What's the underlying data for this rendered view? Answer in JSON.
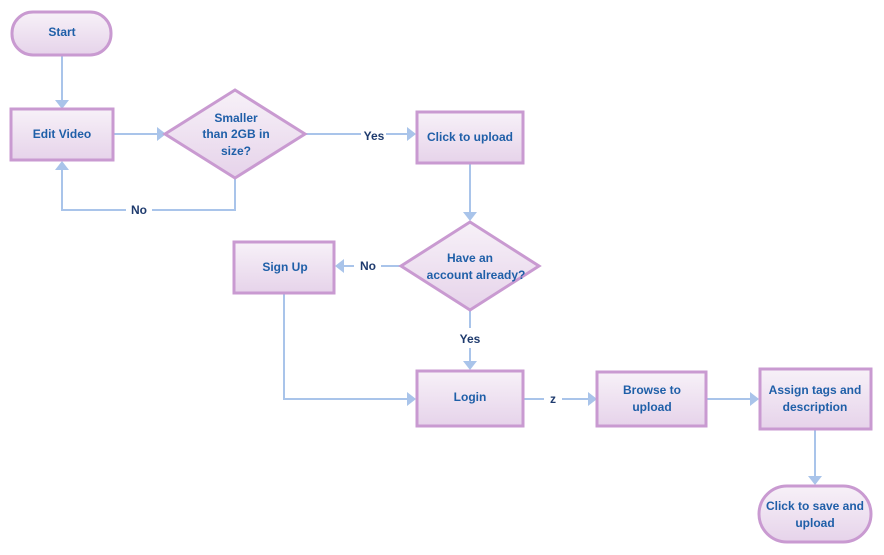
{
  "nodes": {
    "start": [
      "Start"
    ],
    "edit_video": [
      "Edit Video"
    ],
    "size_check": [
      "Smaller",
      "than 2GB in",
      "size?"
    ],
    "click_upload": [
      "Click to upload"
    ],
    "account_check": [
      "Have an",
      "account already?"
    ],
    "sign_up": [
      "Sign Up"
    ],
    "login": [
      "Login"
    ],
    "browse": [
      "Browse to",
      "upload"
    ],
    "assign_tags": [
      "Assign tags and",
      "description"
    ],
    "save_upload": [
      "Click to save and",
      "upload"
    ]
  },
  "edge_labels": {
    "size_yes": "Yes",
    "size_no": "No",
    "account_no": "No",
    "account_yes": "Yes",
    "login_browse": "z"
  },
  "colors": {
    "node_border": "#c99ad1",
    "node_fill_top": "#f7f1f8",
    "node_fill_bottom": "#e6d3ea",
    "connector": "#a9c4ea",
    "node_text": "#1f5fa8",
    "label_text": "#1f3b6e"
  }
}
